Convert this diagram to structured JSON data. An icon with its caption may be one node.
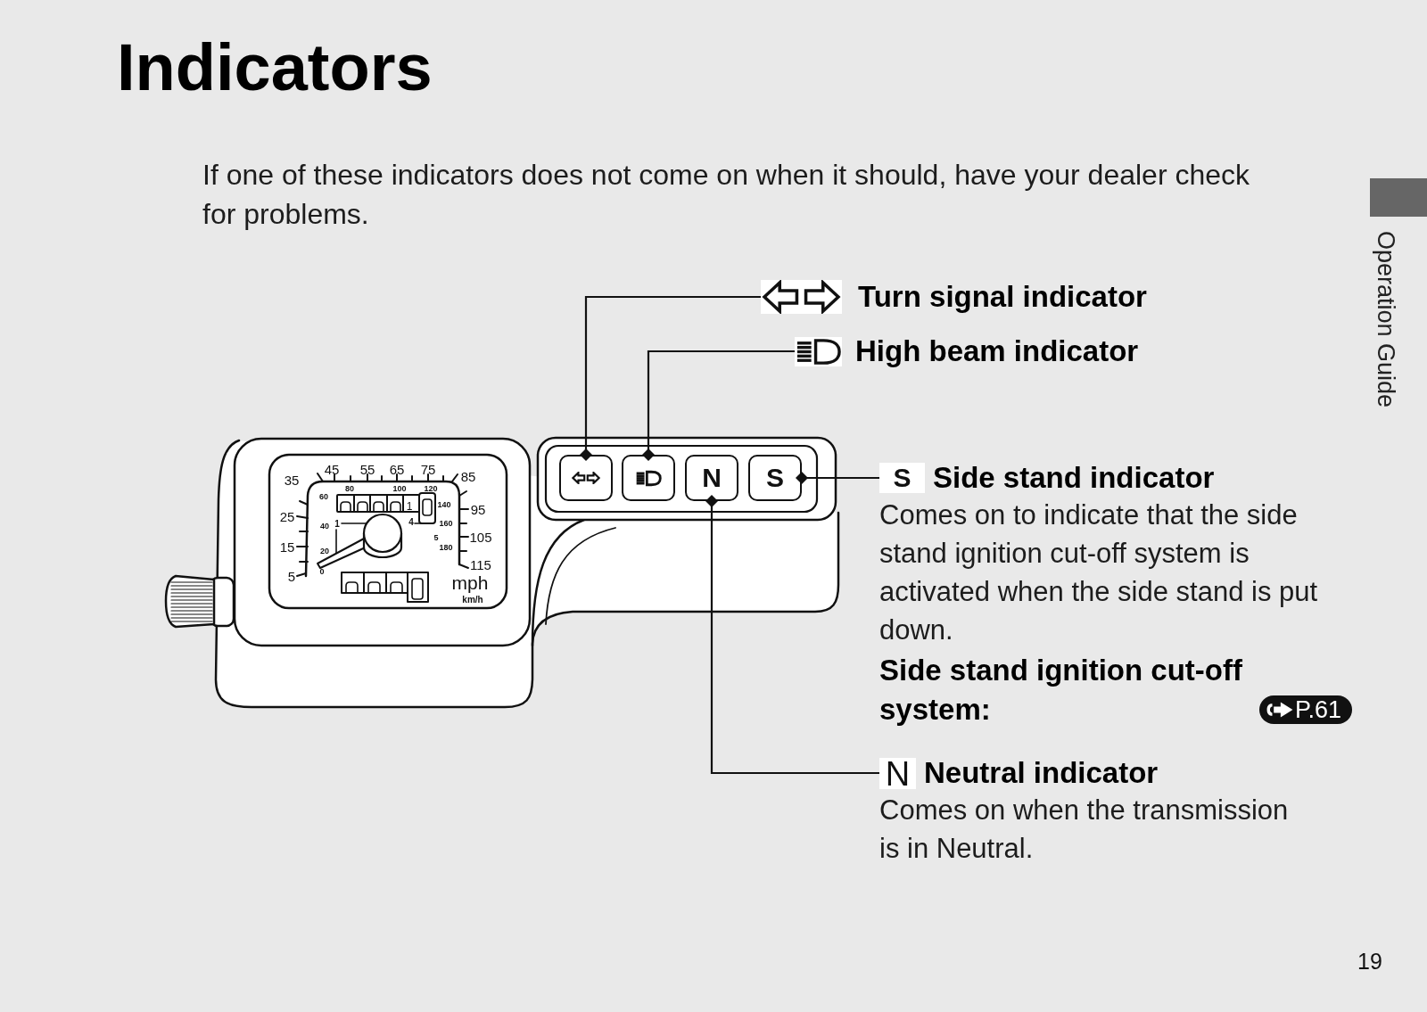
{
  "diagram": {
    "title": "Indicators",
    "nodes": [
      {
        "text": [
          "Turn signal indicator"
        ]
      },
      {
        "text": [
          "High beam indicator"
        ]
      },
      {
        "text": [],
        "shape": "box"
      },
      {
        "text": [],
        "shape": "box"
      },
      {
        "text": [
          "N"
        ]
      },
      {
        "text": [
          "S"
        ]
      },
      {
        "text": [
          "S",
          "Side stand indicator",
          "Comes on to indicate that the side stand ignition cut-off system is activated when the side stand is put down.",
          "Side stand ignition cut-off system:",
          "P.61"
        ]
      },
      {
        "text": [
          "N",
          "Neutral indicator",
          "Comes on when the transmission is in Neutral."
        ]
      }
    ],
    "edges": [
      {
        "from": 0,
        "to": 2,
        "arrow": "other"
      },
      {
        "from": 1,
        "to": 3,
        "arrow": "other"
      },
      {
        "from": 6,
        "to": 5,
        "arrow": "other"
      },
      {
        "from": 7,
        "to": 4,
        "arrow": "other"
      }
    ],
    "labels": [
      "If one of these indicators does not come on when it should, have your dealer check for problems.",
      "Operation Guide",
      "35",
      "45",
      "55",
      "65",
      "75",
      "85",
      "60",
      "80",
      "100",
      "120",
      "25",
      "1",
      "140",
      "95",
      "40",
      "1",
      "4",
      "160",
      "5",
      "105",
      "15",
      "20",
      "180",
      "115",
      "5",
      "0",
      "mph",
      "km/h",
      "19"
    ]
  }
}
